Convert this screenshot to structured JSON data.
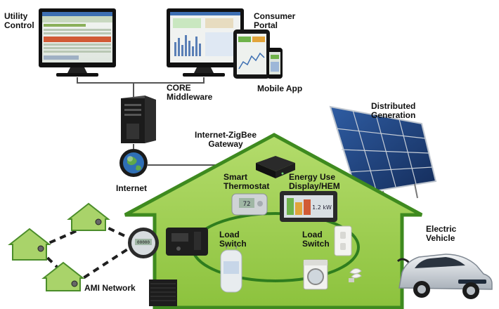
{
  "labels": {
    "utility_control": "Utility\nControl",
    "consumer_portal": "Consumer\nPortal",
    "mobile_app": "Mobile App",
    "core_middleware": "CORE\nMiddleware",
    "distributed_generation": "Distributed\nGeneration",
    "gateway": "Internet-ZigBee\nGateway",
    "internet": "Internet",
    "smart_thermostat": "Smart\nThermostat",
    "energy_display": "Energy Use\nDisplay/HEM",
    "load_switch_left": "Load\nSwitch",
    "load_switch_right": "Load\nSwitch",
    "electric_vehicle": "Electric\nVehicle",
    "ami_network": "AMI Network"
  },
  "screen_text": {
    "thermostat_reading": "72",
    "meter_reading": "00000",
    "display_reading": "1.2 kW"
  },
  "colors": {
    "house_fill": "#9ccc45",
    "house_stroke": "#3e8a1f",
    "small_house_fill": "#a9d36a",
    "network_line": "#555555",
    "panel_blue": "#1d3f7a"
  },
  "icons": [
    "monitor",
    "tablet",
    "phone",
    "server-tower",
    "globe",
    "gateway-box",
    "thermostat",
    "energy-display",
    "load-switch",
    "water-heater",
    "wall-switch",
    "washer",
    "cfl-bulb",
    "electric-meter",
    "ac-unit",
    "solar-panel",
    "car"
  ]
}
